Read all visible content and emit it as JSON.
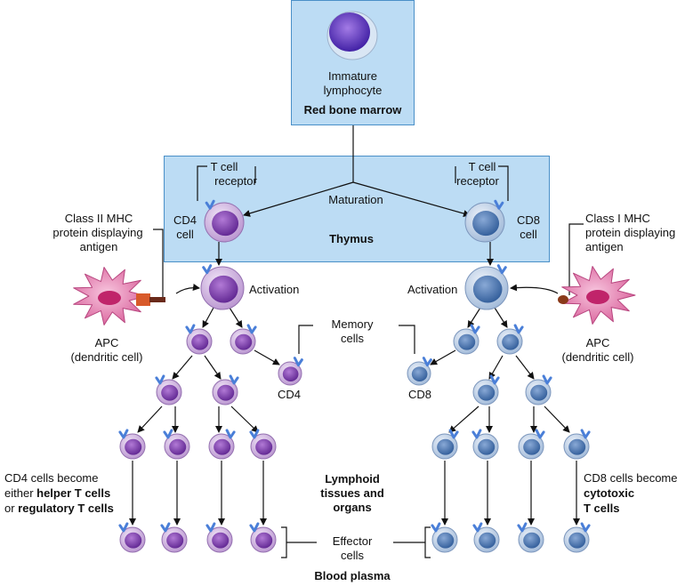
{
  "marrow": {
    "cell_label_line1": "Immature",
    "cell_label_line2": "lymphocyte",
    "title": "Red bone marrow"
  },
  "thymus": {
    "title": "Thymus",
    "maturation": "Maturation",
    "tcr_left_line1": "T cell",
    "tcr_left_line2": "receptor",
    "tcr_right_line1": "T cell",
    "tcr_right_line2": "receptor",
    "cd4_line1": "CD4",
    "cd4_line2": "cell",
    "cd8_line1": "CD8",
    "cd8_line2": "cell"
  },
  "left": {
    "mhc_line1": "Class II MHC",
    "mhc_line2": "protein displaying",
    "mhc_line3": "antigen",
    "apc_line1": "APC",
    "apc_line2": "(dendritic cell)",
    "activation": "Activation",
    "memory_cell": "CD4",
    "note_line1": "CD4 cells become",
    "note_line2_pre": "either ",
    "note_line2_bold": "helper T cells",
    "note_line3_pre": "or ",
    "note_line3_bold": "regulatory T cells"
  },
  "right": {
    "mhc_line1": "Class I MHC",
    "mhc_line2": "protein displaying",
    "mhc_line3": "antigen",
    "apc_line1": "APC",
    "apc_line2": "(dendritic cell)",
    "activation": "Activation",
    "memory_cell": "CD8",
    "note_line1": "CD8 cells become",
    "note_line2": "cytotoxic",
    "note_line3": "T cells"
  },
  "center": {
    "memory_line1": "Memory",
    "memory_line2": "cells",
    "lymphoid_line1": "Lymphoid",
    "lymphoid_line2": "tissues and",
    "lymphoid_line3": "organs",
    "effector_line1": "Effector",
    "effector_line2": "cells",
    "blood": "Blood plasma"
  },
  "colors": {
    "cd4_cell": "#c9a6dc",
    "cd4_nucleus": "#7a3aa8",
    "cd8_cell": "#b8cce4",
    "cd8_nucleus": "#3b6ba8",
    "apc": "#e98ab8",
    "receptor": "#4a7fd8",
    "box_fill": "#bcdcf4",
    "box_border": "#4a90c8"
  }
}
